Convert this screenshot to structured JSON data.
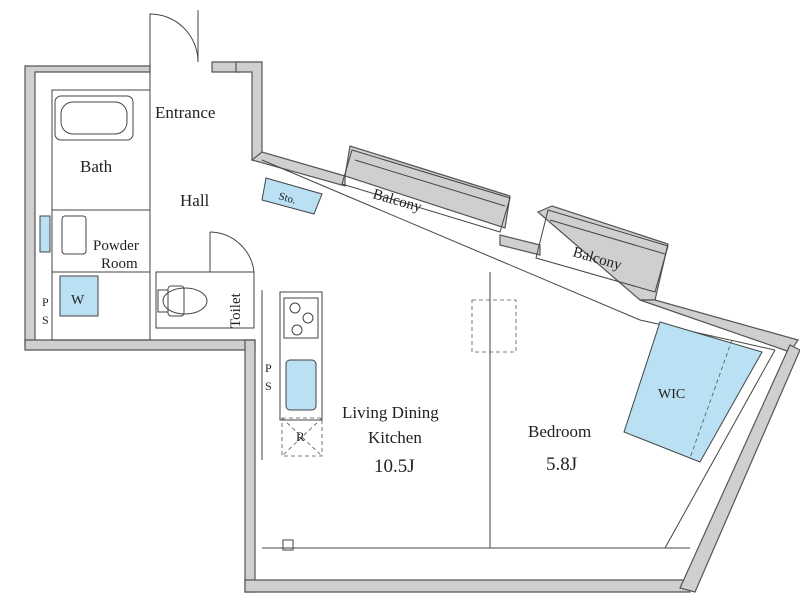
{
  "rooms": {
    "entrance": "Entrance",
    "hall": "Hall",
    "bath": "Bath",
    "powder_room_1": "Powder",
    "powder_room_2": "Room",
    "washer": "W",
    "ps_left_1": "P",
    "ps_left_2": "S",
    "toilet": "Toilet",
    "storage": "Sto.",
    "balcony_1": "Balcony",
    "balcony_2": "Balcony",
    "ps_kitchen_1": "P",
    "ps_kitchen_2": "S",
    "fridge": "R",
    "ldk_1": "Living Dining",
    "ldk_2": "Kitchen",
    "ldk_size": "10.5J",
    "bedroom": "Bedroom",
    "bedroom_size": "5.8J",
    "wic": "WIC"
  },
  "colors": {
    "wall_fill": "#cfcfcf",
    "wet_area": "#b9e0f3",
    "line": "#444444"
  }
}
